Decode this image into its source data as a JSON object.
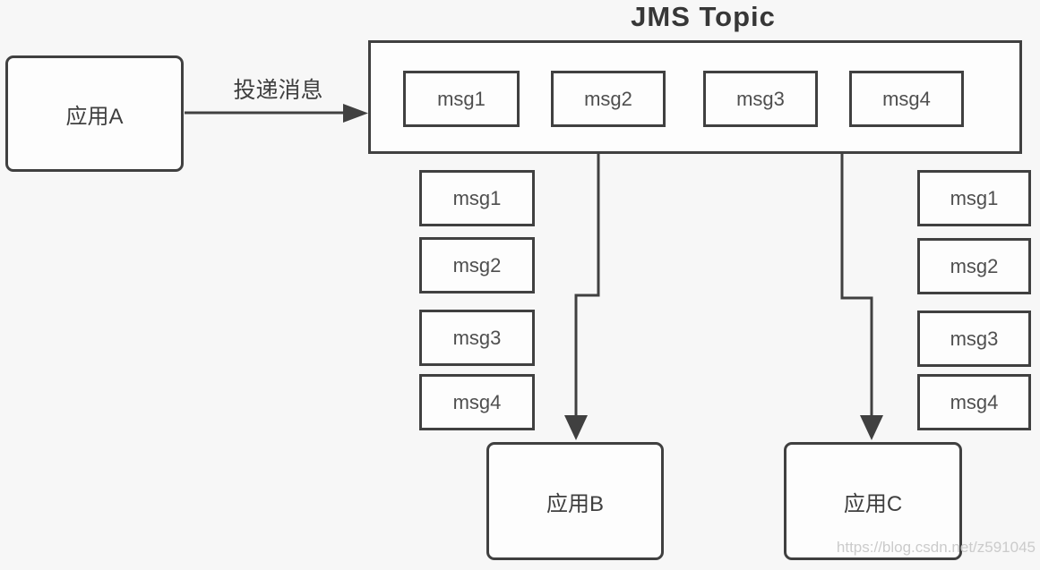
{
  "title": "JMS Topic",
  "producer": {
    "label": "应用A"
  },
  "delivery_label": "投递消息",
  "topic": {
    "messages": [
      "msg1",
      "msg2",
      "msg3",
      "msg4"
    ]
  },
  "subscriber_b": {
    "label": "应用B",
    "messages": [
      "msg1",
      "msg2",
      "msg3",
      "msg4"
    ]
  },
  "subscriber_c": {
    "label": "应用C",
    "messages": [
      "msg1",
      "msg2",
      "msg3",
      "msg4"
    ]
  },
  "watermark": "https://blog.csdn.net/z591045",
  "colors": {
    "stroke": "#404040",
    "background": "#f7f7f7",
    "box_fill": "#fdfdfd",
    "watermark": "#cbcbcb"
  }
}
